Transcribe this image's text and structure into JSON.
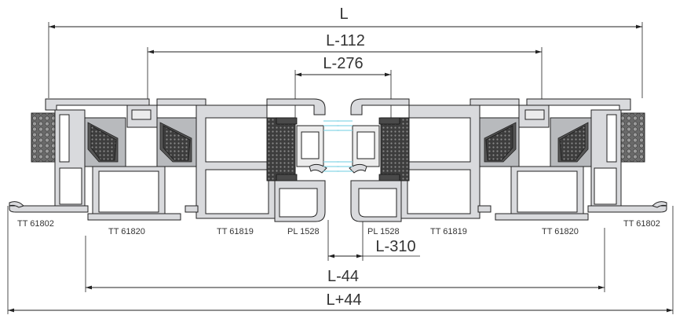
{
  "dimensions": {
    "L": "L",
    "L_112": "L-112",
    "L_276": "L-276",
    "L_310": "L-310",
    "L_44m": "L-44",
    "L_44p": "L+44"
  },
  "parts": {
    "left_outer": "TT 61802",
    "left_sash": "TT 61820",
    "left_inner": "TT 61819",
    "left_bead": "PL 1528",
    "right_bead": "PL 1528",
    "right_inner": "TT 61819",
    "right_sash": "TT 61820",
    "right_outer": "TT 61802"
  }
}
